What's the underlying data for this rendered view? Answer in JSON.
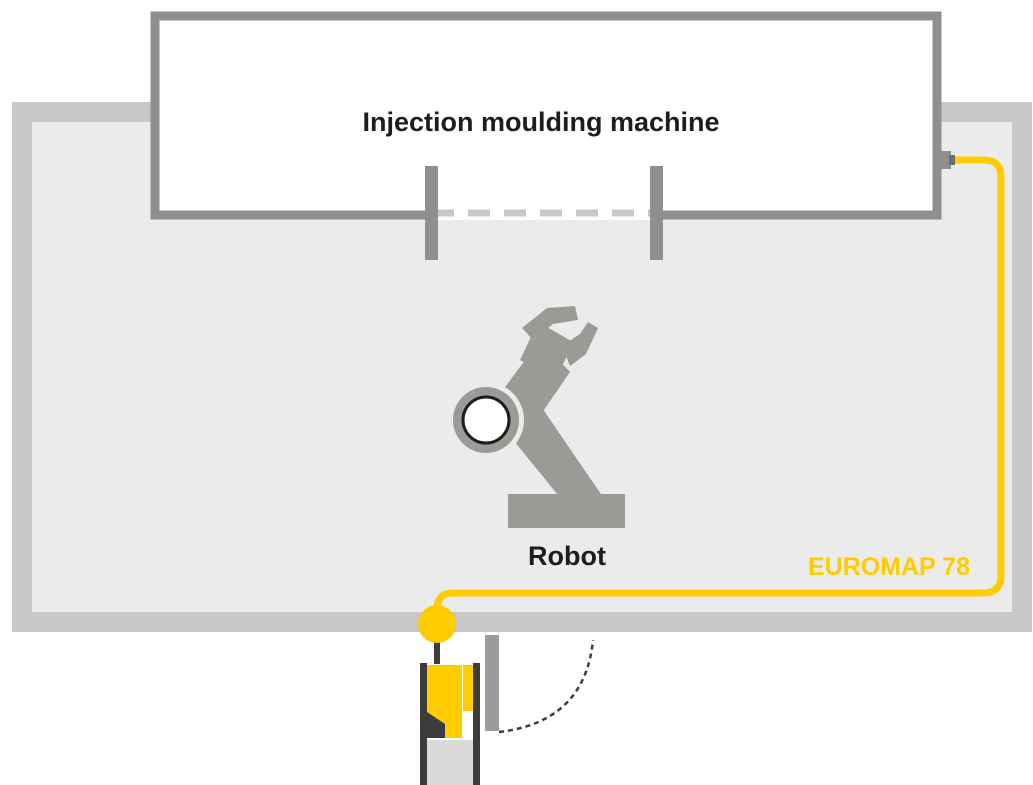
{
  "diagram": {
    "machine": {
      "label": "Injection moulding machine"
    },
    "robot": {
      "label": "Robot"
    },
    "interface": {
      "label": "EUROMAP 78"
    }
  },
  "colors": {
    "background": "#ffffff",
    "cell_fill": "#ebebeb",
    "fence": "#c8c8c8",
    "machine_border": "#8f8f8d",
    "robot_gray": "#9b9a96",
    "cable_yellow": "#ffcc00",
    "door_dark": "#3c3c3b",
    "door_light": "#dadada",
    "text_dark": "#1d1d1b"
  },
  "icons": {
    "robot": "robot-arm-icon",
    "connector": "connector-plug-icon",
    "safety_switch": "safety-door-switch-icon"
  }
}
